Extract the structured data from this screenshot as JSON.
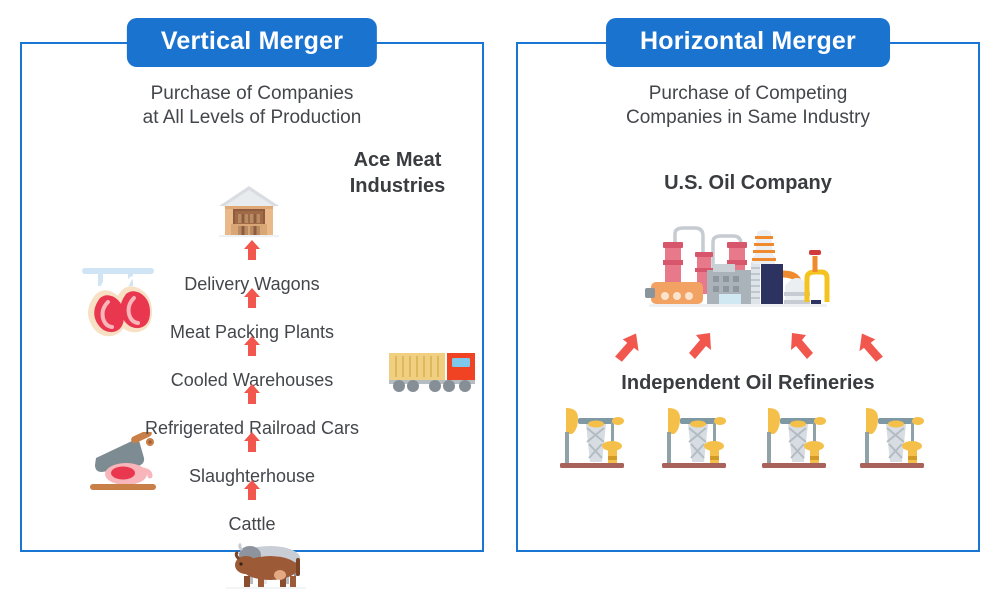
{
  "theme": {
    "accent_blue": "#1976d2",
    "pill_blue": "#1a73cf",
    "arrow_red": "#f2574e",
    "text_dark": "#3f4145",
    "background": "#ffffff"
  },
  "panels": {
    "vertical": {
      "title": "Vertical Merger",
      "subtitle": "Purchase of Companies\nat All Levels of Production",
      "company": "Ace Meat\nIndustries",
      "chain": [
        {
          "label": "Delivery Wagons"
        },
        {
          "label": "Meat Packing Plants"
        },
        {
          "label": "Cooled Warehouses"
        },
        {
          "label": "Refrigerated Railroad Cars"
        },
        {
          "label": "Slaughterhouse"
        },
        {
          "label": "Cattle"
        }
      ],
      "icons": [
        {
          "name": "warehouse-icon"
        },
        {
          "name": "hanging-meat-icon"
        },
        {
          "name": "cargo-truck-icon"
        },
        {
          "name": "meat-cleaver-icon"
        },
        {
          "name": "cattle-icon"
        }
      ]
    },
    "horizontal": {
      "title": "Horizontal Merger",
      "subtitle": "Purchase of Competing\nCompanies in Same Industry",
      "company": "U.S. Oil Company",
      "group_label": "Independent Oil Refineries",
      "arrow_count": 4,
      "derrick_count": 4,
      "icons": [
        {
          "name": "oil-refinery-icon"
        },
        {
          "name": "oil-derrick-icon"
        }
      ]
    }
  }
}
